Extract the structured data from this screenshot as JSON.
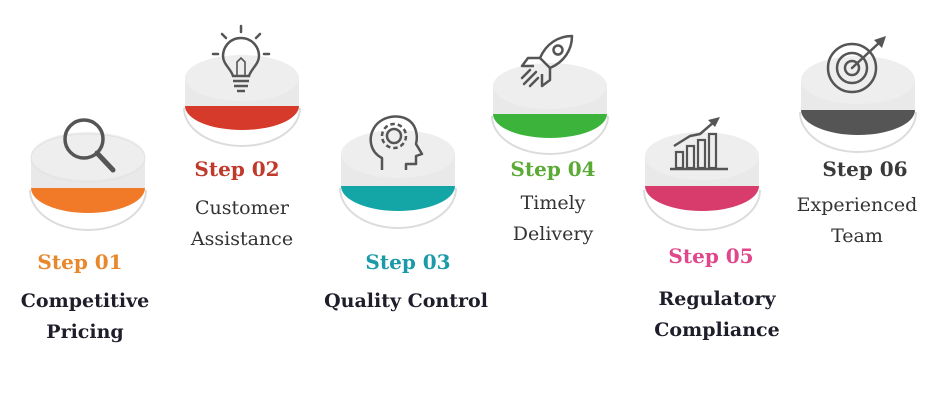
{
  "steps": [
    {
      "label": "Step 01",
      "title_lines": [
        "Competitive",
        "Pricing"
      ],
      "title_style": "bold",
      "icon": "magnifier-icon",
      "color": "#f07a27",
      "label_color": "#e8872c"
    },
    {
      "label": "Step 02",
      "title_lines": [
        "Customer",
        "Assistance"
      ],
      "title_style": "regular",
      "icon": "lightbulb-icon",
      "color": "#d63a2a",
      "label_color": "#c0392b"
    },
    {
      "label": "Step 03",
      "title_lines": [
        "Quality Control"
      ],
      "title_style": "bold",
      "icon": "head-gear-icon",
      "color": "#14a6a6",
      "label_color": "#1b9aa8"
    },
    {
      "label": "Step 04",
      "title_lines": [
        "Timely",
        "Delivery"
      ],
      "title_style": "regular",
      "icon": "rocket-icon",
      "color": "#3cb43c",
      "label_color": "#5aaa35"
    },
    {
      "label": "Step 05",
      "title_lines": [
        "Regulatory",
        "Compliance"
      ],
      "title_style": "bold",
      "icon": "growth-chart-icon",
      "color": "#d83c6c",
      "label_color": "#e0478a"
    },
    {
      "label": "Step 06",
      "title_lines": [
        "Experienced",
        "Team"
      ],
      "title_style": "regular",
      "icon": "target-icon",
      "color": "#555555",
      "label_color": "#3a3a3a"
    }
  ]
}
